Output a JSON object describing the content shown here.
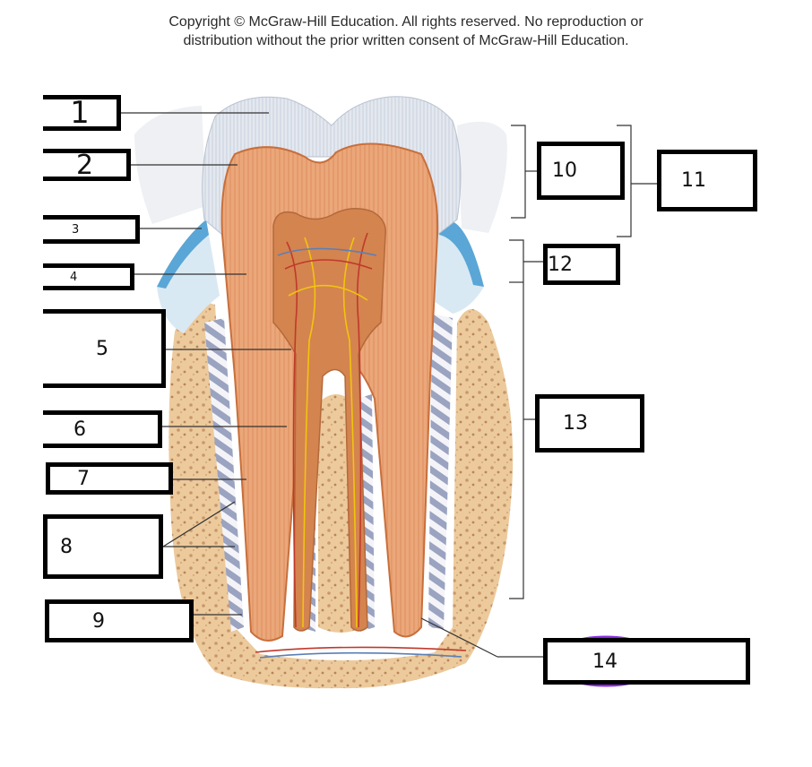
{
  "copyright": {
    "line1": "Copyright © McGraw-Hill Education.  All rights reserved. No reproduction or",
    "line2": "distribution without the prior written consent of McGraw-Hill Education."
  },
  "labels": {
    "l1": "1",
    "l2": "2",
    "l3": "3",
    "l4": "4",
    "l5": "5",
    "l6": "6",
    "l7": "7",
    "l8": "8",
    "l9": "9",
    "l10": "10",
    "l11": "11",
    "l12": "12",
    "l13": "13",
    "l14": "14"
  },
  "colors": {
    "enamel": "#dfe4ec",
    "dentin": "#e9a376",
    "pulp": "#d4844f",
    "bone": "#e8c596",
    "gum": "#5aa6d6",
    "highlight_ellipse": "#8a2be2"
  }
}
